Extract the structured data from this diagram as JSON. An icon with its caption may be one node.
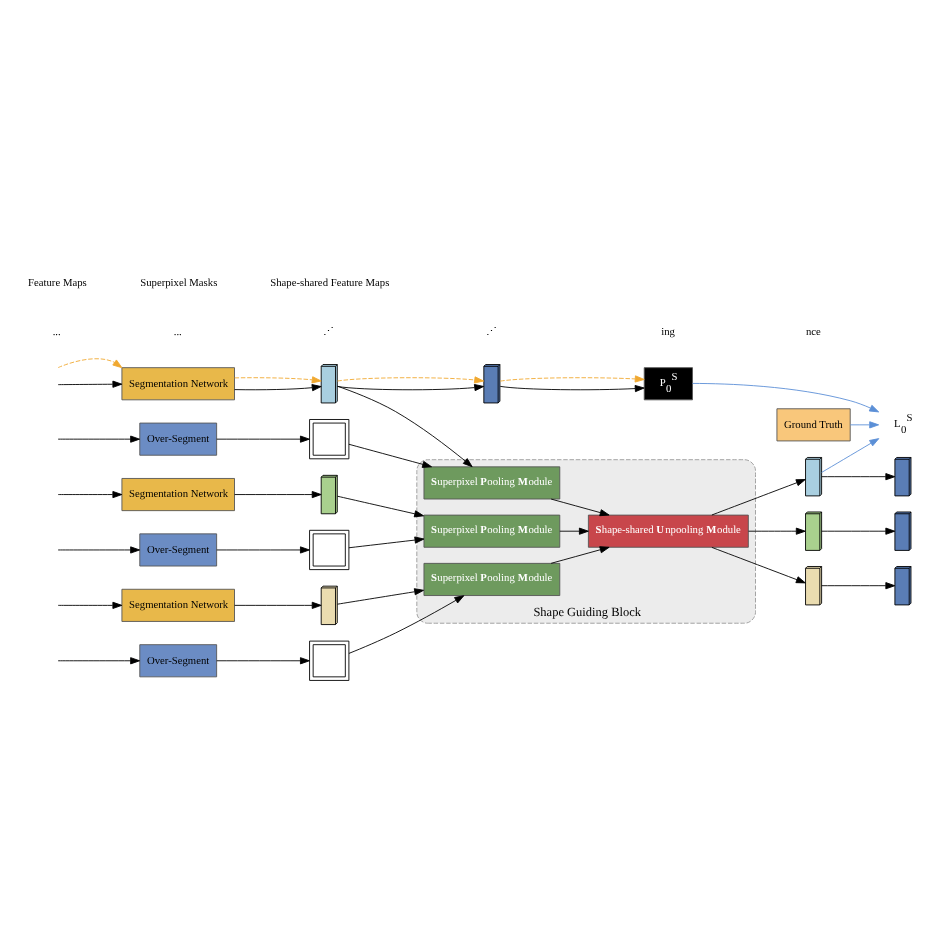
{
  "diagram": {
    "nodes": [
      {
        "text": [
          "Shape Guiding Block"
        ]
      },
      {
        "text": [
          "Segmentation Network"
        ]
      },
      {
        "text": [
          "Over-Segment"
        ]
      },
      {
        "text": [
          "Segmentation Network"
        ]
      },
      {
        "text": [
          "Over-Segment"
        ]
      },
      {
        "text": [
          "Segmentation Network"
        ]
      },
      {
        "text": [
          "Over-Segment"
        ]
      },
      {
        "text": [],
        "shape": "box"
      },
      {
        "text": [],
        "shape": "picture"
      },
      {
        "text": [],
        "shape": "box"
      },
      {
        "text": [],
        "shape": "picture"
      },
      {
        "text": [],
        "shape": "box"
      },
      {
        "text": [],
        "shape": "picture"
      },
      {
        "text": [],
        "shape": "box"
      },
      {
        "text": [
          "P$_{0}$$^{S}$"
        ]
      },
      {
        "text": [
          "L$_{0}$$^{S}$"
        ]
      },
      {
        "text": [
          "Ground Truth"
        ]
      },
      {
        "text": [
          "**S**uperpixel **P**ooling **M**odule"
        ],
        "in": 0
      },
      {
        "text": [
          "**S**uperpixel **P**ooling **M**odule"
        ],
        "in": 0
      },
      {
        "text": [
          "**S**uperpixel **P**ooling **M**odule"
        ],
        "in": 0
      },
      {
        "text": [
          "**S**hape-shared **U**npooling **M**odule"
        ],
        "in": 0
      },
      {
        "text": [],
        "shape": "box"
      },
      {
        "text": [],
        "shape": "box"
      },
      {
        "text": [],
        "shape": "box"
      },
      {
        "text": [],
        "shape": "box"
      },
      {
        "text": [],
        "shape": "box"
      },
      {
        "text": [],
        "shape": "box"
      }
    ],
    "edges": [
      {
        "from": null,
        "to": 1,
        "arrow": "to",
        "style": "dashed",
        "color": "#f0a830"
      },
      {
        "from": null,
        "to": 1,
        "arrow": "to"
      },
      {
        "from": null,
        "to": 2,
        "arrow": "to"
      },
      {
        "from": null,
        "to": 3,
        "arrow": "to"
      },
      {
        "from": null,
        "to": 4,
        "arrow": "to"
      },
      {
        "from": null,
        "to": 5,
        "arrow": "to"
      },
      {
        "from": null,
        "to": 6,
        "arrow": "to"
      },
      {
        "from": 1,
        "to": 7,
        "arrow": "to"
      },
      {
        "from": 1,
        "to": 7,
        "arrow": "to",
        "style": "dashed",
        "color": "#f0a830"
      },
      {
        "from": 2,
        "to": 8,
        "arrow": "to"
      },
      {
        "from": 3,
        "to": 9,
        "arrow": "to"
      },
      {
        "from": 4,
        "to": 10,
        "arrow": "to"
      },
      {
        "from": 5,
        "to": 11,
        "arrow": "to"
      },
      {
        "from": 6,
        "to": 12,
        "arrow": "to"
      },
      {
        "from": 7,
        "to": 13,
        "arrow": "to"
      },
      {
        "from": 7,
        "to": 13,
        "arrow": "to",
        "style": "dashed",
        "color": "#f0a830"
      },
      {
        "from": 13,
        "to": 14,
        "arrow": "to"
      },
      {
        "from": 13,
        "to": 14,
        "arrow": "to",
        "style": "dashed",
        "color": "#f0a830"
      },
      {
        "from": 7,
        "to": 17,
        "arrow": "to"
      },
      {
        "from": 8,
        "to": 17,
        "arrow": "to"
      },
      {
        "from": 9,
        "to": 18,
        "arrow": "to"
      },
      {
        "from": 10,
        "to": 18,
        "arrow": "to"
      },
      {
        "from": 11,
        "to": 19,
        "arrow": "to"
      },
      {
        "from": 12,
        "to": 19,
        "arrow": "to"
      },
      {
        "from": 17,
        "to": 20,
        "arrow": "to"
      },
      {
        "from": 18,
        "to": 20,
        "arrow": "to"
      },
      {
        "from": 19,
        "to": 20,
        "arrow": "to"
      },
      {
        "from": 14,
        "to": 15,
        "arrow": "to",
        "color": "#5b8fd6"
      },
      {
        "from": 16,
        "to": 15,
        "arrow": "to",
        "color": "#5b8fd6"
      },
      {
        "from": 21,
        "to": 15,
        "arrow": "to",
        "color": "#5b8fd6"
      },
      {
        "from": 20,
        "to": 21,
        "arrow": "to"
      },
      {
        "from": 20,
        "to": 22,
        "arrow": "to"
      },
      {
        "from": 20,
        "to": 23,
        "arrow": "to"
      },
      {
        "from": 21,
        "to": 24,
        "arrow": "to"
      },
      {
        "from": 22,
        "to": 25,
        "arrow": "to"
      },
      {
        "from": 23,
        "to": 26,
        "arrow": "to"
      }
    ],
    "labels": [
      "...",
      "...",
      "⋰",
      "⋰",
      "ing",
      "nce"
    ],
    "legend": [
      {
        "text": "Feature Maps"
      },
      {
        "text": "Superpixel Masks"
      },
      {
        "text": "Shape-shared Feature Maps"
      }
    ]
  }
}
